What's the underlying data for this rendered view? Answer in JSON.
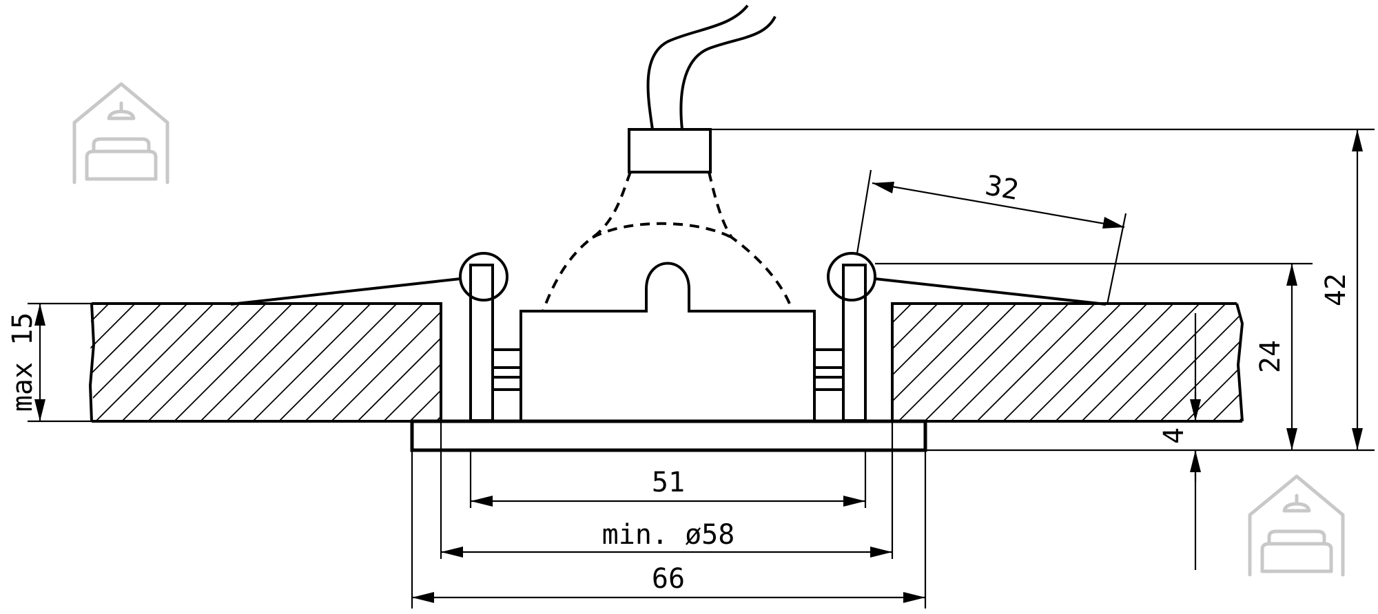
{
  "colors": {
    "line": "#000000",
    "background": "#ffffff",
    "watermark": "#c8c8c8"
  },
  "dimensions": {
    "overall_height": "42",
    "body_height": "24",
    "flange_thickness": "4",
    "spring_reach": "32",
    "inner_width": "51",
    "cutout": "min. ø58",
    "outer_width": "66",
    "ceiling_thickness": "max 15"
  },
  "icons": {
    "watermark": "house-sofa-logo-icon"
  }
}
